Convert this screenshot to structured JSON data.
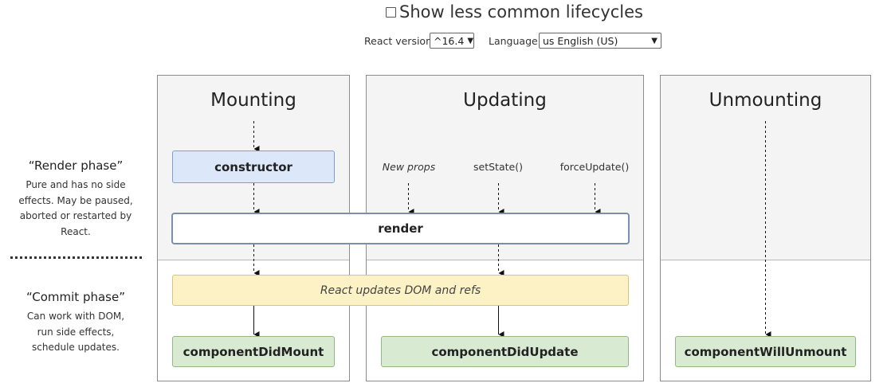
{
  "controls": {
    "toggle_label": "Show less common lifecycles",
    "version_label": "React version",
    "version_value": "^16.4",
    "language_label": "Language",
    "language_value": "us English (US)"
  },
  "phases": {
    "render": {
      "title": "“Render phase”",
      "description": [
        "Pure and has no side",
        "effects. May be paused,",
        "aborted or restarted by",
        "React."
      ]
    },
    "commit": {
      "title": "“Commit phase”",
      "description": [
        "Can work with DOM,",
        "run side effects,",
        "schedule updates."
      ]
    }
  },
  "columns": {
    "mounting": "Mounting",
    "updating": "Updating",
    "unmounting": "Unmounting"
  },
  "triggers": {
    "new_props": "New props",
    "set_state": "setState()",
    "force_update": "forceUpdate()"
  },
  "methods": {
    "constructor": "constructor",
    "render": "render",
    "react_updates": "React updates DOM and refs",
    "did_mount": "componentDidMount",
    "did_update": "componentDidUpdate",
    "will_unmount": "componentWillUnmount"
  },
  "colors": {
    "constructor_fill": "#dce8fa",
    "render_fill": "#ffffff",
    "dom_update_fill": "#fdf1c6",
    "commit_method_fill": "#d9ead3",
    "panel_top_fill": "#f4f4f4"
  }
}
